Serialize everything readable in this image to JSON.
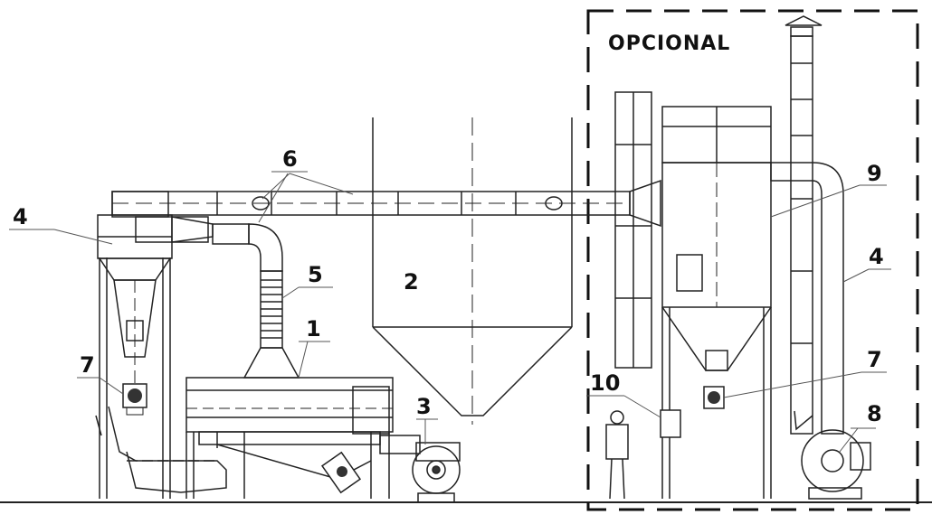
{
  "diagram": {
    "optional_label": "OPCIONAL",
    "callouts": {
      "c1": "1",
      "c2": "2",
      "c3": "3",
      "c4a": "4",
      "c4b": "4",
      "c5": "5",
      "c6": "6",
      "c7a": "7",
      "c7b": "7",
      "c8": "8",
      "c9": "9",
      "c10": "10"
    }
  }
}
